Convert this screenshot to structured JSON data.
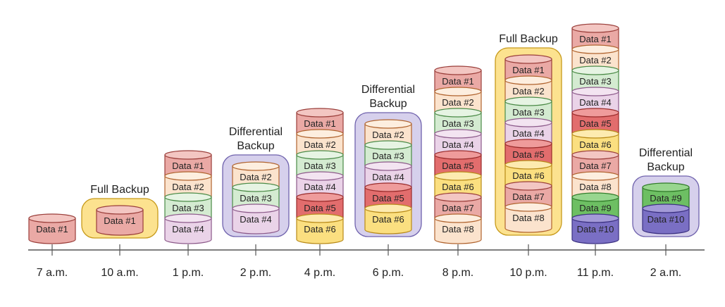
{
  "palette": {
    "d1": {
      "fill": "#eaa9a5",
      "top": "#f3c6c2",
      "stroke": "#9a3e3a"
    },
    "d2": {
      "fill": "#fbe3cd",
      "top": "#fdeedf",
      "stroke": "#b0632e"
    },
    "d3": {
      "fill": "#d4ebd1",
      "top": "#e6f4e3",
      "stroke": "#4a8a46"
    },
    "d4": {
      "fill": "#ead3e8",
      "top": "#f3e4f1",
      "stroke": "#8c5a8a"
    },
    "d5": {
      "fill": "#e26d6d",
      "top": "#ef9b9b",
      "stroke": "#982a2a"
    },
    "d6": {
      "fill": "#fbdf80",
      "top": "#fdebb0",
      "stroke": "#b88a18"
    },
    "d7": {
      "fill": "#eaa9a5",
      "top": "#f3c6c2",
      "stroke": "#9a3e3a"
    },
    "d8": {
      "fill": "#fbe3cd",
      "top": "#fdeedf",
      "stroke": "#b0632e"
    },
    "d9": {
      "fill": "#6dbf63",
      "top": "#98d68f",
      "stroke": "#2f7a28"
    },
    "d10": {
      "fill": "#7a6fc4",
      "top": "#a39ad8",
      "stroke": "#3a3080"
    },
    "full_box": {
      "fill": "#fce28f",
      "stroke": "#c79a1a"
    },
    "diff_box": {
      "fill": "#d6d0ec",
      "stroke": "#6f62ad"
    },
    "axis": "#555555"
  },
  "timeline": [
    {
      "time": "7 a.m.",
      "kind": "data",
      "items": [
        "Data #1"
      ]
    },
    {
      "time": "10 a.m.",
      "kind": "full",
      "label": "Full Backup",
      "items": [
        "Data #1"
      ]
    },
    {
      "time": "1 p.m.",
      "kind": "data",
      "items": [
        "Data #1",
        "Data #2",
        "Data #3",
        "Data #4"
      ]
    },
    {
      "time": "2 p.m.",
      "kind": "diff",
      "label": "Differential\nBackup",
      "items": [
        "Data #2",
        "Data #3",
        "Data #4"
      ]
    },
    {
      "time": "4 p.m.",
      "kind": "data",
      "items": [
        "Data #1",
        "Data #2",
        "Data #3",
        "Data #4",
        "Data #5",
        "Data #6"
      ]
    },
    {
      "time": "6 p.m.",
      "kind": "diff",
      "label": "Differential\nBackup",
      "items": [
        "Data #2",
        "Data #3",
        "Data #4",
        "Data #5",
        "Data #6"
      ]
    },
    {
      "time": "8 p.m.",
      "kind": "data",
      "items": [
        "Data #1",
        "Data #2",
        "Data #3",
        "Data #4",
        "Data #5",
        "Data #6",
        "Data #7",
        "Data #8"
      ]
    },
    {
      "time": "10 p.m.",
      "kind": "full",
      "label": "Full Backup",
      "items": [
        "Data #1",
        "Data #2",
        "Data #3",
        "Data #4",
        "Data #5",
        "Data #6",
        "Data #7",
        "Data #8"
      ]
    },
    {
      "time": "11 p.m.",
      "kind": "data",
      "items": [
        "Data #1",
        "Data #2",
        "Data #3",
        "Data #4",
        "Data #5",
        "Data #6",
        "Data #7",
        "Data #8",
        "Data #9",
        "Data #10"
      ]
    },
    {
      "time": "2 a.m.",
      "kind": "diff",
      "label": "Differential\nBackup",
      "items": [
        "Data #9",
        "Data #10"
      ]
    }
  ]
}
